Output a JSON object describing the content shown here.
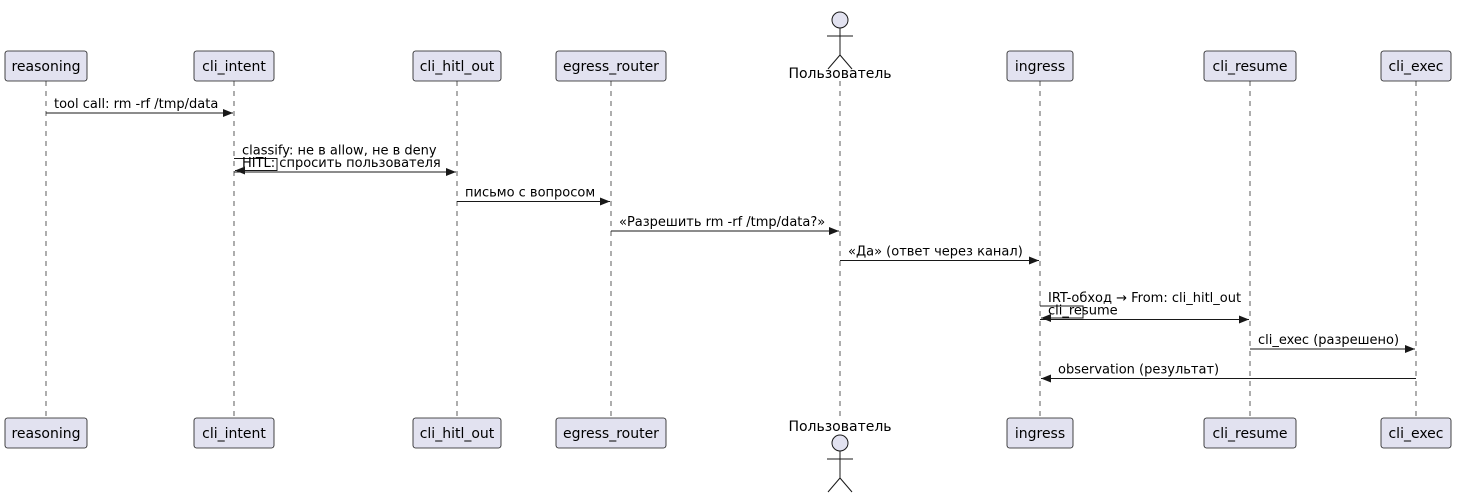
{
  "participants": [
    {
      "id": "reasoning",
      "label": "reasoning",
      "kind": "box"
    },
    {
      "id": "cli_intent",
      "label": "cli_intent",
      "kind": "box"
    },
    {
      "id": "cli_hitl_out",
      "label": "cli_hitl_out",
      "kind": "box"
    },
    {
      "id": "egress_router",
      "label": "egress_router",
      "kind": "box"
    },
    {
      "id": "user",
      "label": "Пользователь",
      "kind": "actor"
    },
    {
      "id": "ingress",
      "label": "ingress",
      "kind": "box"
    },
    {
      "id": "cli_resume",
      "label": "cli_resume",
      "kind": "box"
    },
    {
      "id": "cli_exec",
      "label": "cli_exec",
      "kind": "box"
    }
  ],
  "messages": [
    {
      "from": "reasoning",
      "to": "cli_intent",
      "label": "tool call: rm -rf /tmp/data"
    },
    {
      "from": "cli_intent",
      "to": "cli_intent",
      "label": "classify: не в allow, не в deny"
    },
    {
      "from": "cli_intent",
      "to": "cli_hitl_out",
      "label": "HITL: спросить пользователя"
    },
    {
      "from": "cli_hitl_out",
      "to": "egress_router",
      "label": "письмо с вопросом"
    },
    {
      "from": "egress_router",
      "to": "user",
      "label": "«Разрешить rm -rf /tmp/data?»"
    },
    {
      "from": "user",
      "to": "ingress",
      "label": "«Да» (ответ через канал)"
    },
    {
      "from": "ingress",
      "to": "ingress",
      "label": "IRT-обход → From: cli_hitl_out"
    },
    {
      "from": "ingress",
      "to": "cli_resume",
      "label": "cli_resume"
    },
    {
      "from": "cli_resume",
      "to": "cli_exec",
      "label": "cli_exec (разрешено)"
    },
    {
      "from": "cli_exec",
      "to": "ingress",
      "label": "observation (результат)"
    }
  ]
}
